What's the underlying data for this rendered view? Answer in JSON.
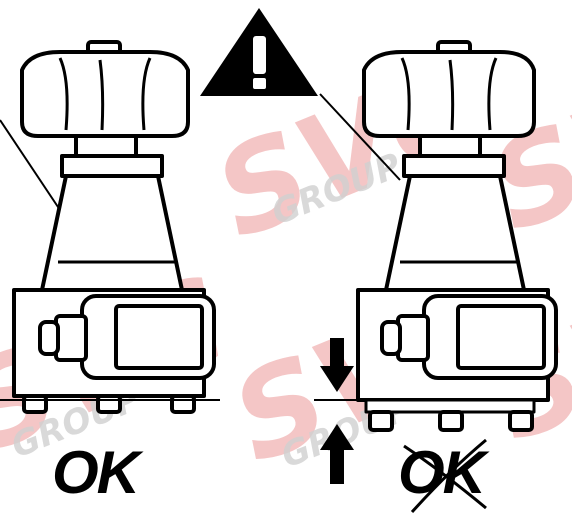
{
  "warning": {
    "symbol": "!"
  },
  "left_panel": {
    "status_label": "OK"
  },
  "right_panel": {
    "status_label": "OK",
    "crossed_out": true
  },
  "watermark": {
    "brand": "SVC",
    "sub": "GROUP"
  },
  "colors": {
    "line": "#000000",
    "watermark": "#f2b8b8",
    "watermark_sub": "#d9d9d9",
    "background": "#ffffff"
  },
  "icons": [
    "warning-triangle-icon",
    "arrow-down-icon",
    "arrow-up-icon",
    "cross-out-icon"
  ]
}
